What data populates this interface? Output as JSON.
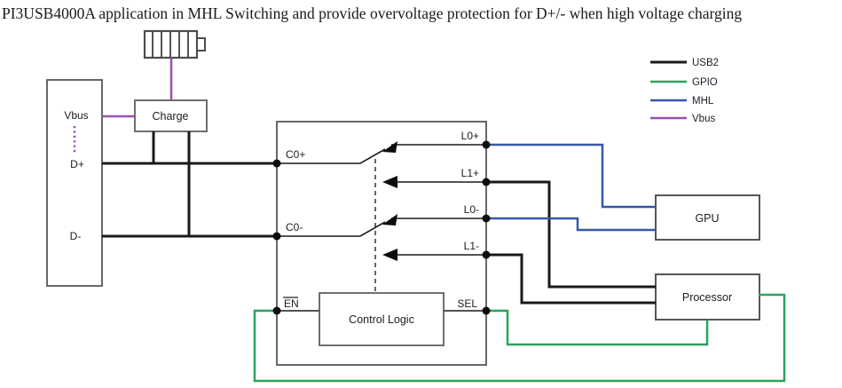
{
  "title": "PI3USB4000A application in MHL Switching and provide overvoltage protection for D+/- when high voltage charging",
  "colors": {
    "usb2": "#1a1a1a",
    "gpio": "#2aa45f",
    "mhl": "#3757a6",
    "vbus": "#9a4fae"
  },
  "legend": {
    "items": [
      {
        "label": "USB2"
      },
      {
        "label": "GPIO"
      },
      {
        "label": "MHL"
      },
      {
        "label": "Vbus"
      }
    ]
  },
  "connector": {
    "pins": {
      "vbus": "Vbus",
      "dplus": "D+",
      "dminus": "D-"
    }
  },
  "charge": {
    "label": "Charge"
  },
  "mux": {
    "pins": {
      "c0p": "C0+",
      "c0m": "C0-",
      "l0p": "L0+",
      "l1p": "L1+",
      "l0m": "L0-",
      "l1m": "L1-",
      "en": "EN",
      "sel": "SEL"
    },
    "control_logic": "Control Logic"
  },
  "gpu": {
    "label": "GPU"
  },
  "processor": {
    "label": "Processor"
  }
}
